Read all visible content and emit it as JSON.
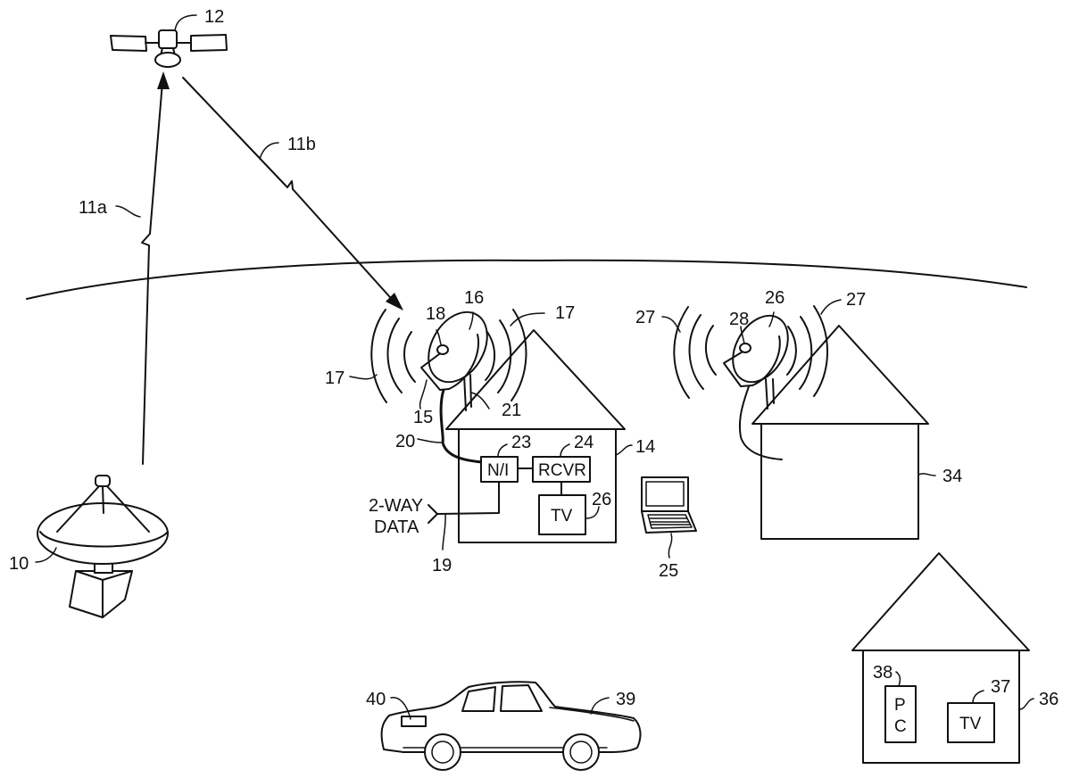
{
  "figure": {
    "type": "patent-line-drawing",
    "subject": "satellite broadcast distribution system"
  },
  "labels": {
    "ground_antenna": "10",
    "uplink": "11a",
    "downlink": "11b",
    "satellite": "12",
    "house_main": "14",
    "dish_arm": "15",
    "dish_main": "16",
    "rebroadcast_left": "17",
    "rebroadcast_right": "17",
    "feed_horn": "18",
    "data_line": "19",
    "cable": "20",
    "mast": "21",
    "network_interface": "23",
    "receiver": "24",
    "laptop": "25",
    "tv_main": "26",
    "dish_second": "26",
    "rebroadcast2_left": "27",
    "rebroadcast2_right": "27",
    "feed_horn_second": "28",
    "house_second": "34",
    "house_third": "36",
    "tv_third": "37",
    "pc": "38",
    "car": "39",
    "car_receiver": "40"
  },
  "boxes": {
    "ni": "N/I",
    "rcvr": "RCVR",
    "tv_main": "TV",
    "pc_line1": "P",
    "pc_line2": "C",
    "tv_third": "TV"
  },
  "data_io": {
    "line1": "2-WAY",
    "line2": "DATA"
  },
  "colors": {
    "ink": "#111111",
    "paper": "#ffffff"
  }
}
